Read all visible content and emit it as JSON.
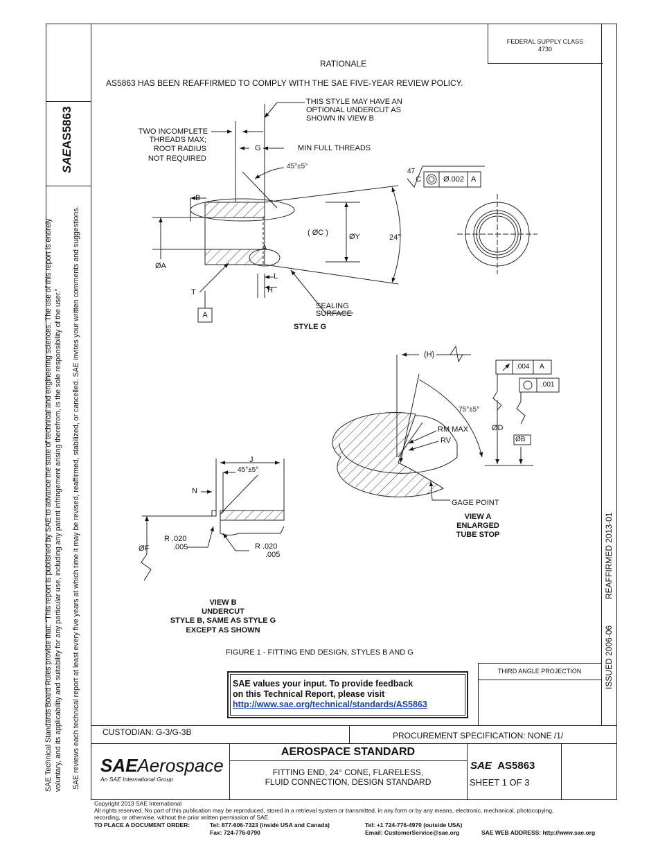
{
  "header": {
    "supply_class_label": "FEDERAL SUPPLY CLASS",
    "supply_class_value": "4730",
    "doc_number": "AS5863"
  },
  "rationale": {
    "heading": "RATIONALE",
    "text": "AS5863 HAS BEEN REAFFIRMED TO COMPLY WITH THE SAE FIVE-YEAR REVIEW POLICY."
  },
  "drawing": {
    "optional_undercut": [
      "THIS STYLE MAY HAVE AN",
      "OPTIONAL UNDERCUT AS",
      "SHOWN IN VIEW B"
    ],
    "incomplete_threads": [
      "TWO INCOMPLETE",
      "THREADS MAX;",
      "ROOT RADIUS",
      "NOT REQUIRED"
    ],
    "g_label": "G",
    "min_full_threads": "MIN FULL THREADS",
    "angle_45": "45°±5°",
    "finish": "47",
    "fcf_c": "C",
    "fcf_tol": "Ø.002",
    "fcf_datum": "A",
    "b_label": "B",
    "phi_c": "( ØC )",
    "phi_y": "ØY",
    "angle_24": "24°",
    "a_label": "A",
    "phi_a": "ØA",
    "l_label": "L",
    "h_label": "H",
    "t_label": "T",
    "datum_a": "A",
    "sealing_surface": [
      "SEALING",
      "SURFACE"
    ],
    "style_g": "STYLE G",
    "h_paren": "(H)",
    "runout_tol": ".004",
    "runout_datum": "A",
    "circ_tol": ".001",
    "angle_75": "75°±5°",
    "rm_max": "RM MAX",
    "rv": "RV",
    "phi_d": "ØD",
    "phi_b": "ØB",
    "gage_point": "GAGE POINT",
    "view_a": [
      "VIEW A",
      "ENLARGED",
      "TUBE STOP"
    ],
    "j_label": "J",
    "angle_45b": "45°±5°",
    "n_label": "N",
    "r020": [
      "R .020",
      ".005"
    ],
    "r020b": [
      "R .020",
      ".005"
    ],
    "phi_f": "ØF",
    "view_b": [
      "VIEW B",
      "UNDERCUT",
      "STYLE B, SAME AS STYLE G",
      "EXCEPT AS SHOWN"
    ],
    "figure_caption": "FIGURE 1 - FITTING END DESIGN, STYLES B AND G"
  },
  "feedback": {
    "line1": "SAE values your input. To provide feedback",
    "line2": "on this Technical Report, please visit",
    "url": "http://www.sae.org/technical/standards/AS5863"
  },
  "projection": {
    "label": "THIRD ANGLE PROJECTION"
  },
  "side_right": {
    "issued": "ISSUED 2006-06",
    "reaffirmed": "REAFFIRMED 2013-01"
  },
  "side_left": {
    "line1": "SAE Technical Standards Board Rules provide that: “This report is published by SAE to advance the state of technical and engineering sciences. The use of this report is entirely",
    "line2": "voluntary, and its applicability and suitability for any particular use, including any patent infringement arising therefrom, is the sole responsibility of the user.”",
    "line3": "SAE reviews each technical report at least every five years at which time it may be revised, reaffirmed, stabilized, or cancelled. SAE invites your written comments and suggestions."
  },
  "title_block": {
    "custodian": "CUSTODIAN: G-3/G-3B",
    "procurement": "PROCUREMENT SPECIFICATION: NONE /1/",
    "logo_main": "Aerospace",
    "logo_sae": "SAE",
    "logo_sub": "An SAE International Group",
    "standard_type": "AEROSPACE STANDARD",
    "title_line1": "FITTING END, 24° CONE, FLARELESS,",
    "title_line2": "FLUID CONNECTION, DESIGN STANDARD",
    "doc_no": "AS5863",
    "sheet": "SHEET 1 OF 3"
  },
  "footer": {
    "copyright": "Copyright 2013 SAE International",
    "rights1": "All rights reserved. No part of this publication may be reproduced, stored in a retrieval system or transmitted, in any form or by any means, electronic, mechanical, photocopying,",
    "rights2": "recording, or otherwise, without the prior written permission of SAE.",
    "order_label": "TO PLACE A DOCUMENT ORDER:",
    "tel1": "Tel: 877-606-7323 (inside USA and Canada)",
    "fax": "Fax: 724-776-0790",
    "tel2": "Tel: +1 724-776-4970 (outside USA)",
    "email": "Email: CustomerService@sae.org",
    "web": "SAE WEB ADDRESS: http://www.sae.org"
  }
}
